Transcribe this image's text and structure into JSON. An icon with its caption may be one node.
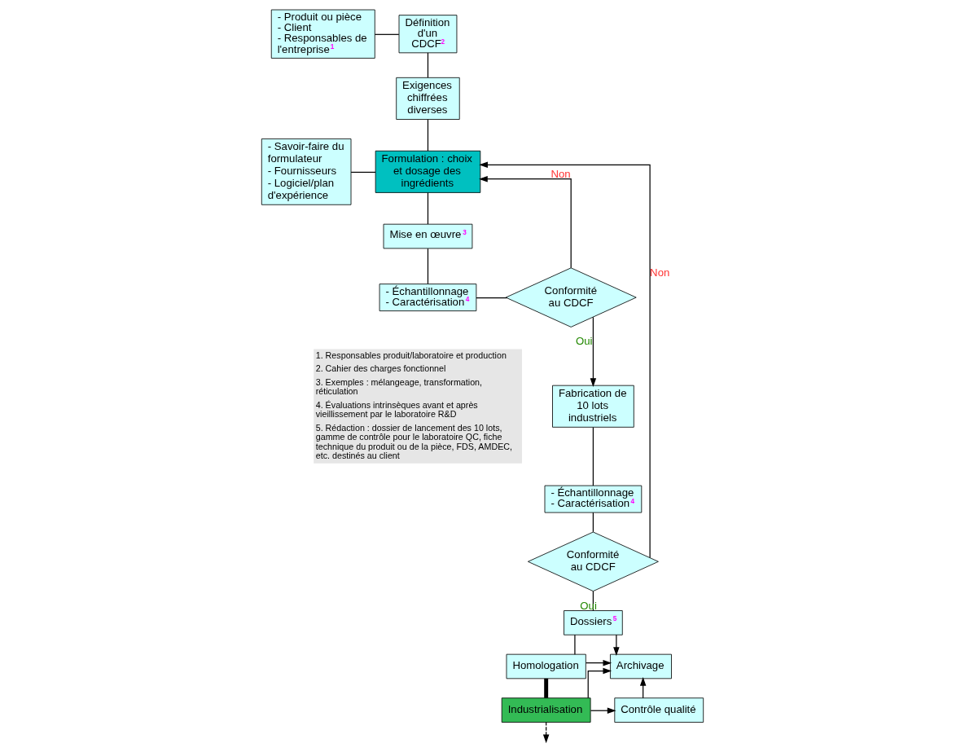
{
  "diagram": {
    "nodes": [
      {
        "text": [
          "- Produit ou pièce",
          "- Client",
          "- Responsables de l'entreprise$^{1}$"
        ]
      },
      {
        "text": [
          "Définition d'un CDCF$^{2}$"
        ]
      },
      {
        "text": [
          "Exigences chiffrées diverses"
        ]
      },
      {
        "text": [
          "- Savoir-faire du formulateur",
          "- Fournisseurs",
          "- Logiciel/plan d'expérience"
        ]
      },
      {
        "text": [
          "Formulation : choix et dosage des ingrédients"
        ]
      },
      {
        "text": [
          "Mise en œuvre$^{3}$"
        ]
      },
      {
        "text": [
          "- Échantillonnage",
          "- Caractérisation$^{4}$"
        ]
      },
      {
        "text": [
          "Conformité au CDCF"
        ]
      },
      {
        "text": [
          "Fabrication de 10 lots industriels"
        ]
      },
      {
        "text": [
          "- Échantillonnage",
          "- Caractérisation$^{4}$"
        ]
      },
      {
        "text": [
          "Conformité au CDCF"
        ]
      },
      {
        "text": [
          "Dossiers$^{5}$"
        ]
      },
      {
        "text": [
          "Archivage"
        ]
      },
      {
        "text": [
          "Homologation"
        ]
      },
      {
        "text": [
          "Contrôle qualité"
        ]
      },
      {
        "text": [
          "Industrialisation"
        ]
      }
    ],
    "edges": [
      {
        "from": 0,
        "to": 1,
        "arrow": "none"
      },
      {
        "from": 1,
        "to": 2,
        "arrow": "none"
      },
      {
        "from": 2,
        "to": 4,
        "arrow": "none"
      },
      {
        "from": 3,
        "to": 4,
        "arrow": "none"
      },
      {
        "from": 4,
        "to": 5,
        "arrow": "none"
      },
      {
        "from": 5,
        "to": 6,
        "arrow": "none"
      },
      {
        "from": 6,
        "to": 7,
        "arrow": "none"
      },
      {
        "from": 7,
        "to": 4,
        "arrow": "to",
        "label": "Non"
      },
      {
        "from": 7,
        "to": 8,
        "arrow": "to",
        "label": "Oui"
      },
      {
        "from": 8,
        "to": 9,
        "arrow": "none"
      },
      {
        "from": 9,
        "to": 10,
        "arrow": "none"
      },
      {
        "from": 10,
        "to": 4,
        "arrow": "to",
        "label": "Non"
      },
      {
        "from": 10,
        "to": 11,
        "arrow": "none",
        "label": "Oui"
      },
      {
        "from": 11,
        "to": 12,
        "arrow": "to"
      },
      {
        "from": 11,
        "to": 13,
        "arrow": "none"
      },
      {
        "from": 13,
        "to": 12,
        "arrow": "to"
      },
      {
        "from": 13,
        "to": 15,
        "arrow": "none",
        "style": "thick"
      },
      {
        "from": 15,
        "to": 12,
        "arrow": "to"
      },
      {
        "from": 15,
        "to": 14,
        "arrow": "to"
      },
      {
        "from": 14,
        "to": 12,
        "arrow": "to"
      },
      {
        "from": 15,
        "to": null,
        "arrow": "to",
        "style": "dashed"
      }
    ],
    "labels": [
      "1. Responsables produit/laboratoire et production",
      "2. Cahier des charges fonctionnel",
      "3. Exemples : mélangeage, transformation, réticulation",
      "4. Évaluations intrinsèques avant et après vieillissement par le laboratoire R&D",
      "5. Rédaction : dossier de lancement des 10 lots, gamme de contrôle pour le laboratoire QC, fiche technique du produit ou de la pièce, FDS, AMDEC, etc. destinés au client"
    ]
  }
}
